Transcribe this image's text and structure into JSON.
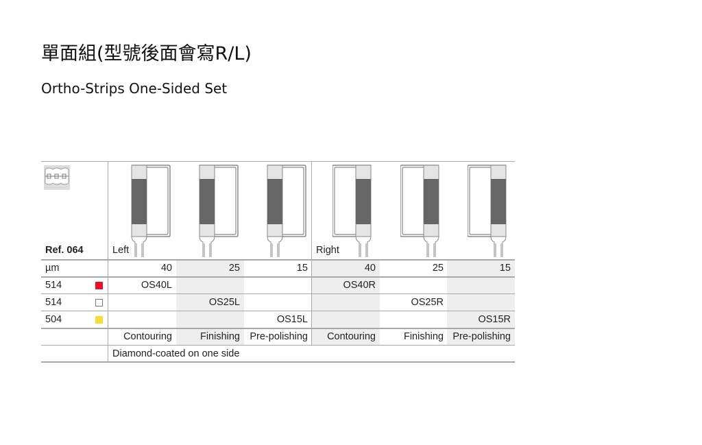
{
  "title": "單面組(型號後面會寫R/L)",
  "subtitle": "Ortho-Strips One-Sided Set",
  "table": {
    "ref": "Ref. 064",
    "side_labels": {
      "left": "Left",
      "right": "Right"
    },
    "unit": "µm",
    "grits": [
      "40",
      "25",
      "15",
      "40",
      "25",
      "15"
    ],
    "rows": [
      {
        "ref": "514",
        "color": "#e8112d",
        "cells": [
          "OS40L",
          "",
          "",
          "OS40R",
          "",
          ""
        ]
      },
      {
        "ref": "514",
        "color": "#ffffff",
        "cells": [
          "",
          "OS25L",
          "",
          "",
          "OS25R",
          ""
        ]
      },
      {
        "ref": "504",
        "color": "#f9dc3a",
        "cells": [
          "",
          "",
          "OS15L",
          "",
          "",
          "OS15R"
        ]
      }
    ],
    "process": [
      "Contouring",
      "Finishing",
      "Pre-polishing",
      "Contouring",
      "Finishing",
      "Pre-polishing"
    ],
    "note": "Diamond-coated on one side"
  },
  "icons": {
    "header": "teeth-braces-icon",
    "strip": "ortho-strip-icon"
  }
}
